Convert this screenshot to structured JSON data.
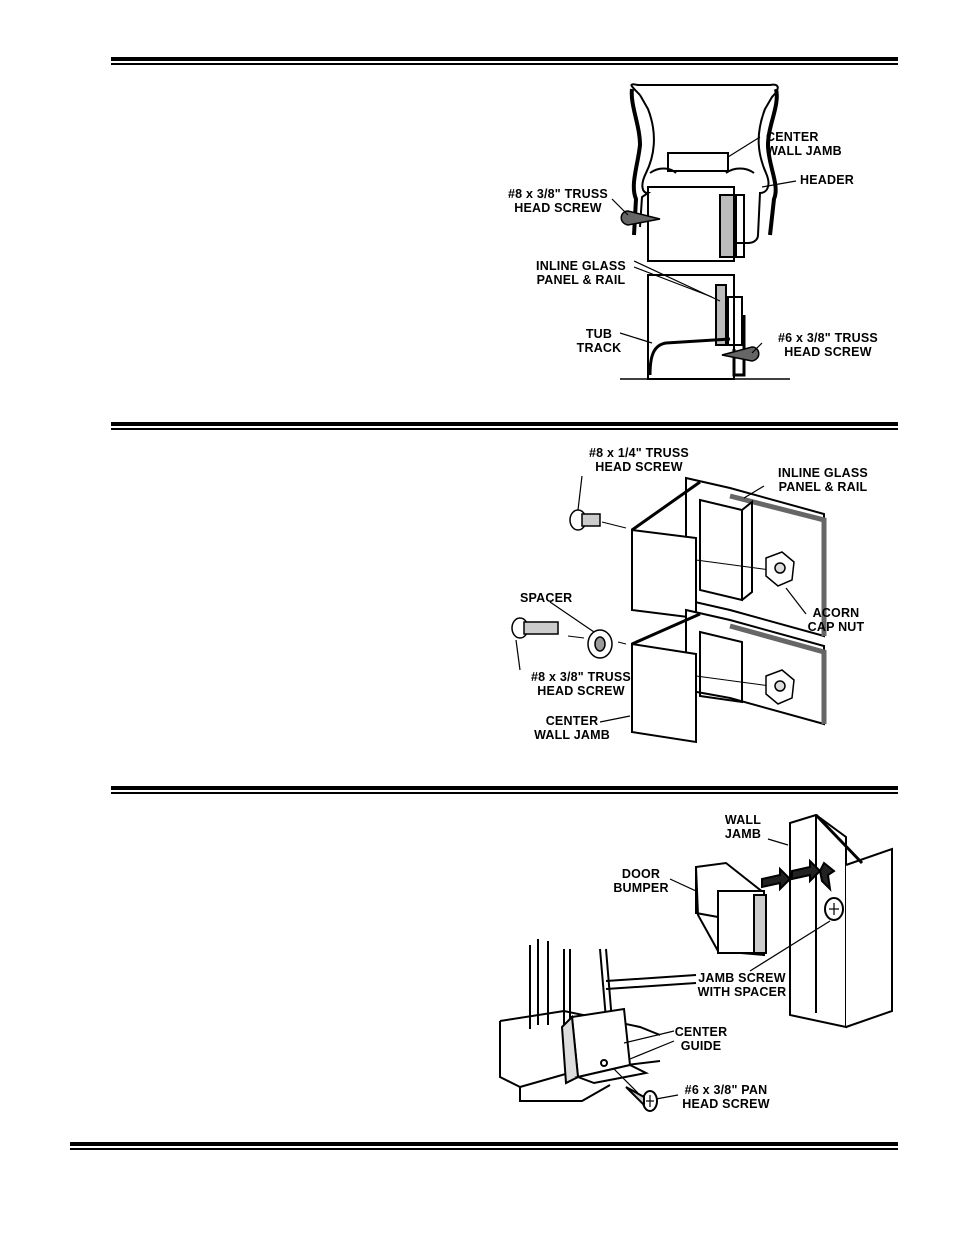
{
  "figure1": {
    "center_wall_jamb": [
      "CENTER",
      "WALL JAMB"
    ],
    "header": "HEADER",
    "truss_screw_top": [
      "#8 x 3/8\" TRUSS",
      "HEAD SCREW"
    ],
    "inline_glass": [
      "INLINE GLASS",
      "PANEL & RAIL"
    ],
    "tub_track": [
      "TUB",
      "TRACK"
    ],
    "truss_screw_bottom": [
      "#6 x 3/8\" TRUSS",
      "HEAD SCREW"
    ]
  },
  "figure2": {
    "truss_screw_quarter": [
      "#8 x 1/4\" TRUSS",
      "HEAD SCREW"
    ],
    "inline_glass": [
      "INLINE GLASS",
      "PANEL & RAIL"
    ],
    "acorn_cap_nut": [
      "ACORN",
      "CAP NUT"
    ],
    "spacer": "SPACER",
    "truss_screw_38": [
      "#8 x 3/8\" TRUSS",
      "HEAD SCREW"
    ],
    "center_wall_jamb": [
      "CENTER",
      "WALL JAMB"
    ]
  },
  "figure3": {
    "wall_jamb": [
      "WALL",
      "JAMB"
    ],
    "door_bumper": [
      "DOOR",
      "BUMPER"
    ],
    "jamb_screw": [
      "JAMB SCREW",
      "WITH SPACER"
    ],
    "center_guide": [
      "CENTER",
      "GUIDE"
    ],
    "pan_screw": [
      "#6 x 3/8\" PAN",
      "HEAD SCREW"
    ]
  }
}
